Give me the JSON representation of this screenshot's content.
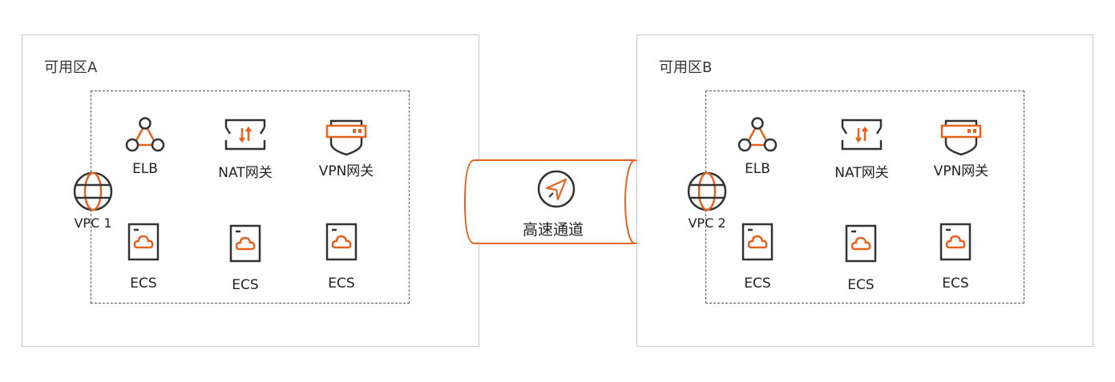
{
  "zones": [
    {
      "title": "可用区A",
      "vpc_label": "VPC 1",
      "services": {
        "elb": "ELB",
        "nat": "NAT网关",
        "vpn": "VPN网关",
        "ecs1": "ECS",
        "ecs2": "ECS",
        "ecs3": "ECS"
      }
    },
    {
      "title": "可用区B",
      "vpc_label": "VPC 2",
      "services": {
        "elb": "ELB",
        "nat": "NAT网关",
        "vpn": "VPN网关",
        "ecs1": "ECS",
        "ecs2": "ECS",
        "ecs3": "ECS"
      }
    }
  ],
  "tunnel": {
    "label": "高速通道"
  },
  "colors": {
    "accent": "#e8621f",
    "outline": "#333333",
    "zone_border": "#c8c8c8"
  },
  "icons": [
    "elb-icon",
    "nat-gateway-icon",
    "vpn-gateway-icon",
    "ecs-icon",
    "vpc-globe-icon",
    "compass-icon"
  ]
}
